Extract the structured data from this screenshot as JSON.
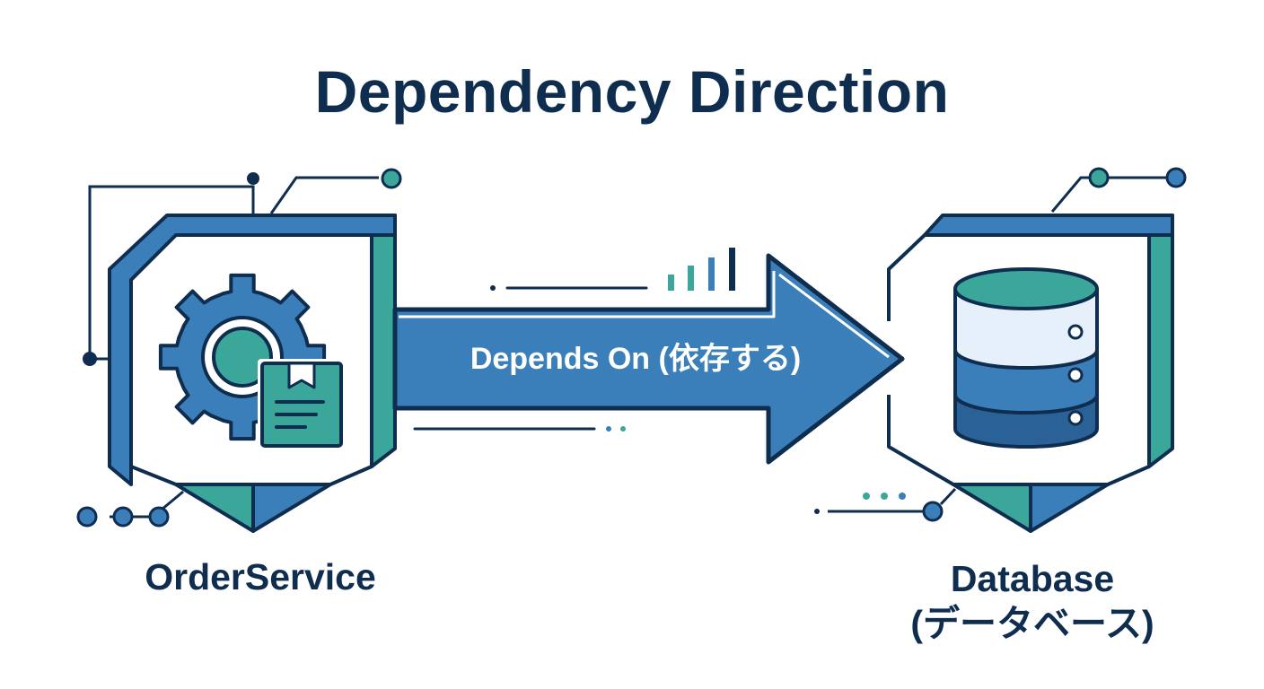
{
  "title": "Dependency Direction",
  "source_node": {
    "label": "OrderService",
    "icon": "gear-with-package-icon"
  },
  "edge": {
    "label": "Depends On (依存する)",
    "direction": "source-to-target"
  },
  "target_node": {
    "label_line1": "Database",
    "label_line2": "(データベース)",
    "icon": "database-icon"
  },
  "colors": {
    "navy": "#0f2d4f",
    "blue": "#3a7fba",
    "teal": "#3aa79a",
    "light_blue": "#e6f0fa",
    "dark_blue": "#2a6196"
  }
}
